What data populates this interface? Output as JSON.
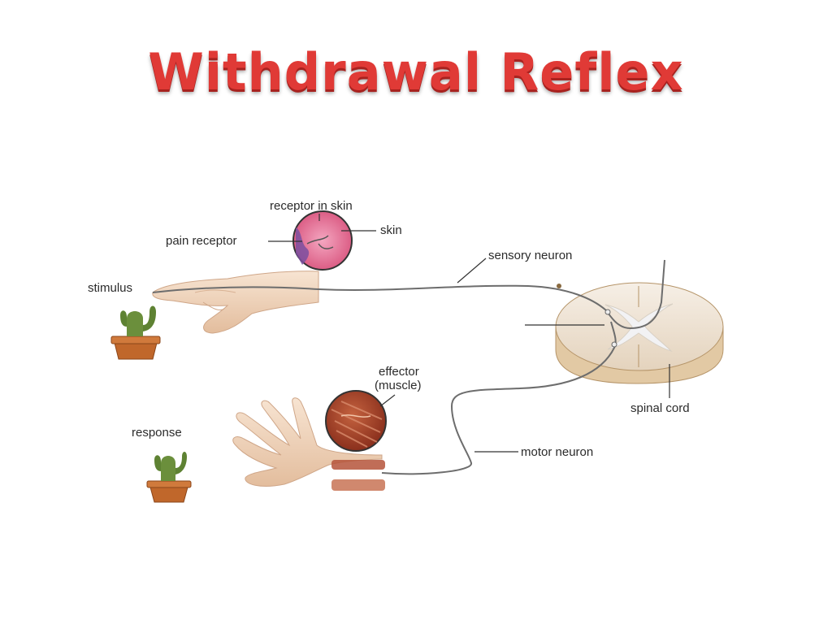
{
  "title": "Withdrawal Reflex",
  "labels": {
    "receptor_in_skin": "receptor in skin",
    "skin": "skin",
    "pain_receptor": "pain receptor",
    "stimulus": "stimulus",
    "sensory_neuron": "sensory neuron",
    "effector_line1": "effector",
    "effector_line2": "(muscle)",
    "spinal_cord": "spinal cord",
    "response": "response",
    "motor_neuron": "motor neuron"
  },
  "colors": {
    "title": "#e03a36",
    "skin": "#e87a9a",
    "muscle": "#a8442c",
    "cactus": "#6b8f3c",
    "pot": "#c0672b",
    "neuron": "#6d6d6d",
    "hand": "#f1d6bf"
  }
}
